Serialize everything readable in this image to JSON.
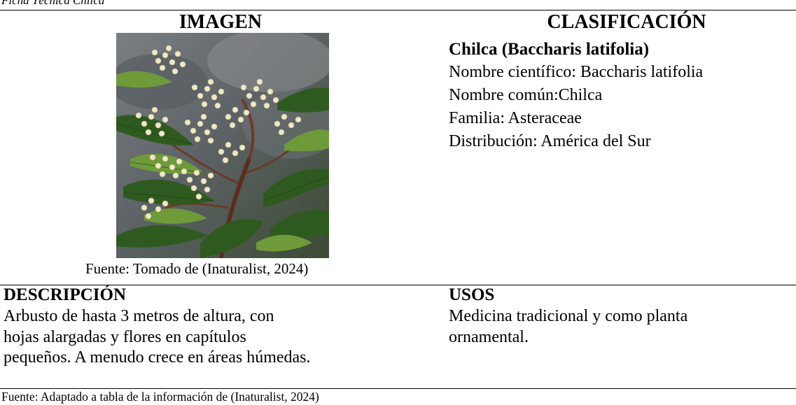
{
  "table_caption": "Ficha Técnica Chilca",
  "image_column": {
    "title": "IMAGEN",
    "source": "Fuente: Tomado de (Inaturalist, 2024)"
  },
  "classification": {
    "title": "CLASIFICACIÓN",
    "name": "Chilca (Baccharis latifolia)",
    "lines": [
      "Nombre científico: Baccharis latifolia",
      "Nombre común:Chilca",
      "Familia: Asteraceae",
      "Distribución: América del Sur"
    ]
  },
  "description": {
    "title": "DESCRIPCIÓN",
    "lines": [
      "Arbusto de hasta 3 metros de altura, con",
      "hojas alargadas y flores en capítulos",
      "pequeños. A menudo crece en áreas húmedas."
    ]
  },
  "uses": {
    "title": "USOS",
    "lines": [
      "Medicina tradicional y como planta",
      "ornamental."
    ]
  },
  "footer_source": "Fuente: Adaptado a tabla de la información de (Inaturalist, 2024)",
  "colors": {
    "leaf_dark": "#2f5a1f",
    "leaf_light": "#6f9a3a",
    "bud": "#efe8c4",
    "background_rock": "#6b6f73"
  }
}
